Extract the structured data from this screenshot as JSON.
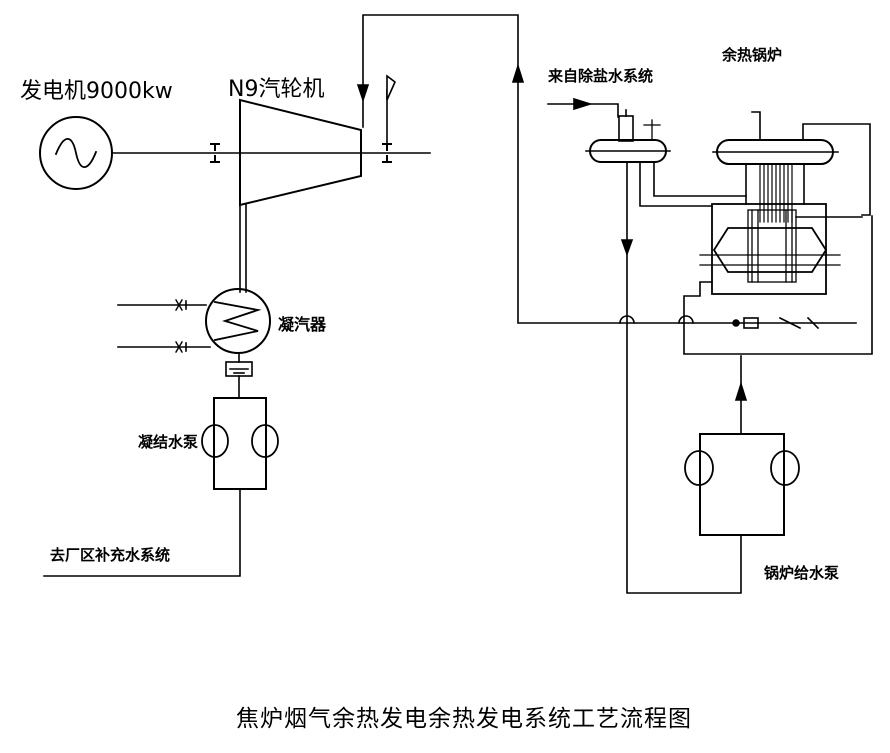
{
  "labels": {
    "generator": "发电机9000kw",
    "turbine": "N9汽轮机",
    "condenser": "凝汽器",
    "condensate_pump": "凝结水泵",
    "makeup_water": "去厂区补充水系统",
    "demin_water": "来自除盐水系统",
    "waste_heat_boiler": "余热锅炉",
    "feed_pump": "锅炉给水泵"
  },
  "title": "焦炉烟气余热发电余热发电系统工艺流程图"
}
